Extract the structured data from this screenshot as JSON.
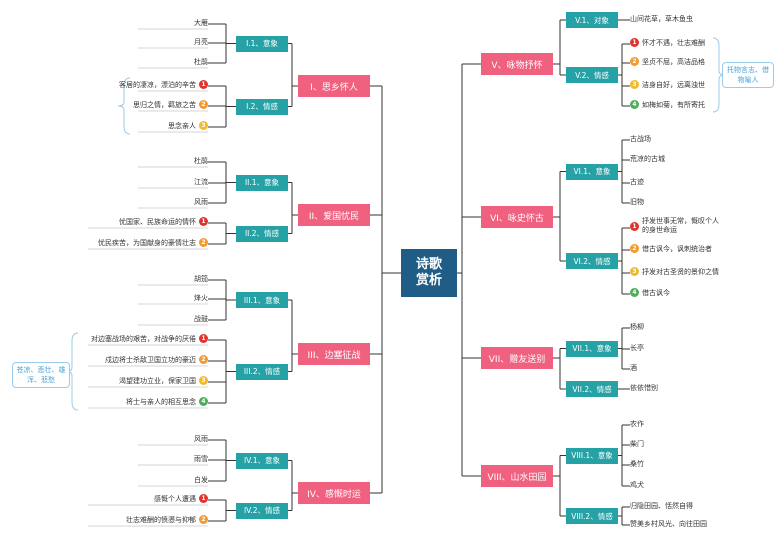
{
  "root": {
    "line1": "诗歌",
    "line2": "赏析"
  },
  "colors": {
    "root": "#1f5d86",
    "category": "#f0607f",
    "sub": "#26a1a5",
    "line": "#333333",
    "note": "#4aa3d8",
    "badge_red": "#e0322f",
    "badge_orange": "#f29a2e",
    "badge_yellow": "#f2b82e",
    "badge_green": "#4cae5a"
  },
  "left": [
    {
      "label": "I、思乡怀人",
      "subs": [
        {
          "label": "I.1、意象",
          "items": [
            "大雁",
            "月亮",
            "杜鹃"
          ]
        },
        {
          "label": "I.2、情感",
          "items": [
            "客居的凄凉，漂泊的辛苦",
            "思归之情，羁旅之苦",
            "思念亲人"
          ]
        }
      ],
      "note": ""
    },
    {
      "label": "II、爱国忧民",
      "subs": [
        {
          "label": "II.1、意象",
          "items": [
            "杜鹃",
            "江流",
            "风雨"
          ]
        },
        {
          "label": "II.2、情感",
          "items": [
            "忧国家、民族命运的情怀",
            "忧民疾苦，为国献身的豪情壮志"
          ]
        }
      ],
      "note": ""
    },
    {
      "label": "III、边塞征战",
      "subs": [
        {
          "label": "III.1、意象",
          "items": [
            "胡笳",
            "烽火",
            "战鼓"
          ]
        },
        {
          "label": "III.2、情感",
          "items": [
            "对边塞战场的艰苦，对战争的厌倦",
            "戍边将士杀敌卫国立功的豪迈",
            "渴望建功立业，保家卫国",
            "将士与亲人的相互思念"
          ]
        }
      ],
      "note": "苍凉、悲壮、雄浑、悲愁"
    },
    {
      "label": "IV、感慨时运",
      "subs": [
        {
          "label": "IV.1、意象",
          "items": [
            "风雨",
            "雨雪",
            "白发"
          ]
        },
        {
          "label": "IV.2、情感",
          "items": [
            "感慨个人遭遇",
            "壮志难酬的愤懑与抑郁"
          ]
        }
      ],
      "note": ""
    }
  ],
  "right": [
    {
      "label": "V、咏物抒怀",
      "subs": [
        {
          "label": "V.1、对象",
          "items": [
            "山间花草，草木鱼虫"
          ]
        },
        {
          "label": "V.2、情感",
          "items": [
            "怀才不遇，壮志难酬",
            "坚贞不屈，高洁品格",
            "洁身自好，远离浊世",
            "如梅如菊，有所寄托"
          ]
        }
      ],
      "note": "托物言志、借物喻人"
    },
    {
      "label": "VI、咏史怀古",
      "subs": [
        {
          "label": "VI.1、意象",
          "items": [
            "古战场",
            "荒凉的古城",
            "古迹",
            "旧物"
          ]
        },
        {
          "label": "VI.2、情感",
          "items": [
            "抒发世事无常，慨叹个人的身世命运",
            "借古讽今，讽刺统治者",
            "抒发对古圣贤的景仰之情",
            "借古讽今"
          ]
        }
      ],
      "note": ""
    },
    {
      "label": "VII、赠友送别",
      "subs": [
        {
          "label": "VII.1、意象",
          "items": [
            "杨柳",
            "长亭",
            "酒"
          ]
        },
        {
          "label": "VII.2、情感",
          "items": [
            "依依惜别"
          ]
        }
      ],
      "note": ""
    },
    {
      "label": "VIII、山水田园",
      "subs": [
        {
          "label": "VIII.1、意象",
          "items": [
            "农作",
            "柴门",
            "桑竹",
            "鸡犬"
          ]
        },
        {
          "label": "VIII.2、情感",
          "items": [
            "归隐田园、恬然自得",
            "赞美乡村风光、向往田园"
          ]
        }
      ],
      "note": ""
    }
  ]
}
